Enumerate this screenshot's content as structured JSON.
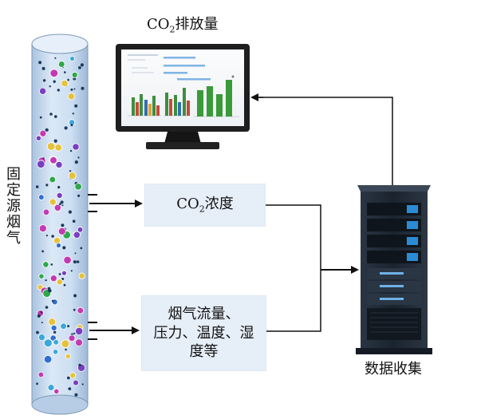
{
  "diagram": {
    "title_co2_emission": {
      "prefix": "CO",
      "sub": "2",
      "suffix": "排放量"
    },
    "flue_gas_label": "固定源烟气",
    "co2_concentration_box": {
      "prefix": "CO",
      "sub": "2",
      "suffix": "浓度"
    },
    "flow_box_lines": [
      "烟气流量、",
      "压力、温度、湿",
      "度等"
    ],
    "data_collection_label": "数据收集"
  },
  "colors": {
    "box_fill": "#e6eef8",
    "pipe_fill": "#c9dcf1",
    "monitor_bezel": "#1e1e1e",
    "server_body": "#1d2733",
    "server_accent": "#2b8cd6",
    "chart_green": "#3a9a3a"
  }
}
